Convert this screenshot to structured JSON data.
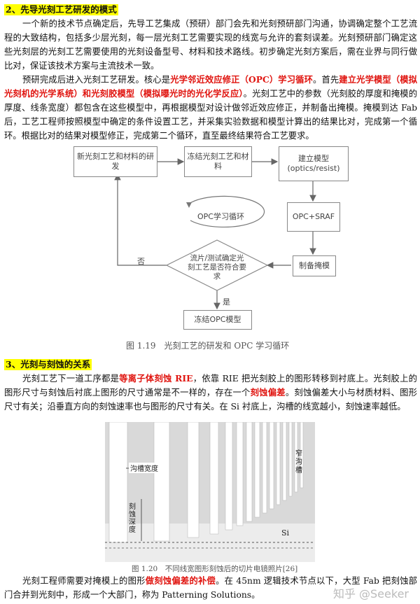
{
  "section2": {
    "heading": "2、先导光刻工艺研发的模式",
    "p1": "一个新的技术节点确定后，先导工艺集成（预研）部门会先和光刻预研部门沟通，协调确定整个工艺流程的大致结构，包括多少层光刻，每一层光刻工艺需要实现的线宽与允许的套刻误差。光刻预研部门确定这些光刻层的光刻工艺需要使用的光刻设备型号、材料和技术路线。初步确定光刻方案后，需在业界与同行做比对，保证该技术方案与主流技术一致。",
    "p2": {
      "a": "预研完成后进入光刻工艺研发。核心是",
      "b": "光学邻近效应修正（OPC）学习循环",
      "c": "。首先",
      "d": "建立光学模型（模拟光刻机的光学系统）和光刻胶模型（模拟曝光时的光化学反应）",
      "e": "。光刻工艺中的参数（光刻胶的厚度和掩模的厚度、线条宽度）都包含在这些模型中，再根据模型对设计做邻近效应修正，并制备出掩模。掩模到达 Fab 后，工艺工程师按照模型中确定的条件设置工艺，并采集实验数据和模型计算出的结果比对，完成第一个循环。根据比对的结果对模型修正，完成第二个循环，直至最终结果符合工艺要求。"
    }
  },
  "figure119": {
    "box_new_process": "新光刻工艺和材料的研发",
    "box_freeze_process": "冻结光刻工艺和材料",
    "box_build_model": "建立模型",
    "box_build_model_sub": "(optics/resist)",
    "box_opc_sraf": "OPC+SRAF",
    "box_make_mask": "制备掩模",
    "diamond_text": "流片/测试确定光刻工艺是否符合要求",
    "loop_label": "OPC学习循环",
    "no_label": "否",
    "yes_label": "是",
    "box_freeze_opc": "冻结OPC模型",
    "caption": "图 1.19　光刻工艺的研发和 OPC 学习循环"
  },
  "section3": {
    "heading": "3、光刻与刻蚀的关系",
    "p1": {
      "a": "光刻工艺下一道工序都是",
      "b": "等离子体刻蚀 RIE",
      "c": "，依靠 RIE 把光刻胶上的图形转移到衬底上。光刻胶上的图形尺寸与刻蚀后衬底上图形的尺寸通常是不一样的，存在一个",
      "d": "刻蚀偏差",
      "e": "。刻蚀偏差大小与材质材料、图形尺寸有关；沿垂直方向的刻蚀速率也与图形的尺寸有关。在 Si 衬底上，沟槽的线宽越小，刻蚀速率越低。"
    }
  },
  "figure120": {
    "label_trench_width": "沟槽宽度",
    "label_etch_depth": "刻蚀深度",
    "label_narrow_trench": "窄沟槽",
    "label_si": "Si",
    "caption": "图 1.20　不同线宽图形刻蚀后的切片电镜照片[26]"
  },
  "closing": {
    "a": "光刻工程师需要对掩模上的图形",
    "b": "做刻蚀偏差的补偿",
    "c": "。在 45nm 逻辑技术节点以下，大型 Fab 把刻蚀部门合并到光刻中，形成一个大部门，称为 Patterning Solutions。"
  },
  "watermark": "知乎 @Seeker"
}
